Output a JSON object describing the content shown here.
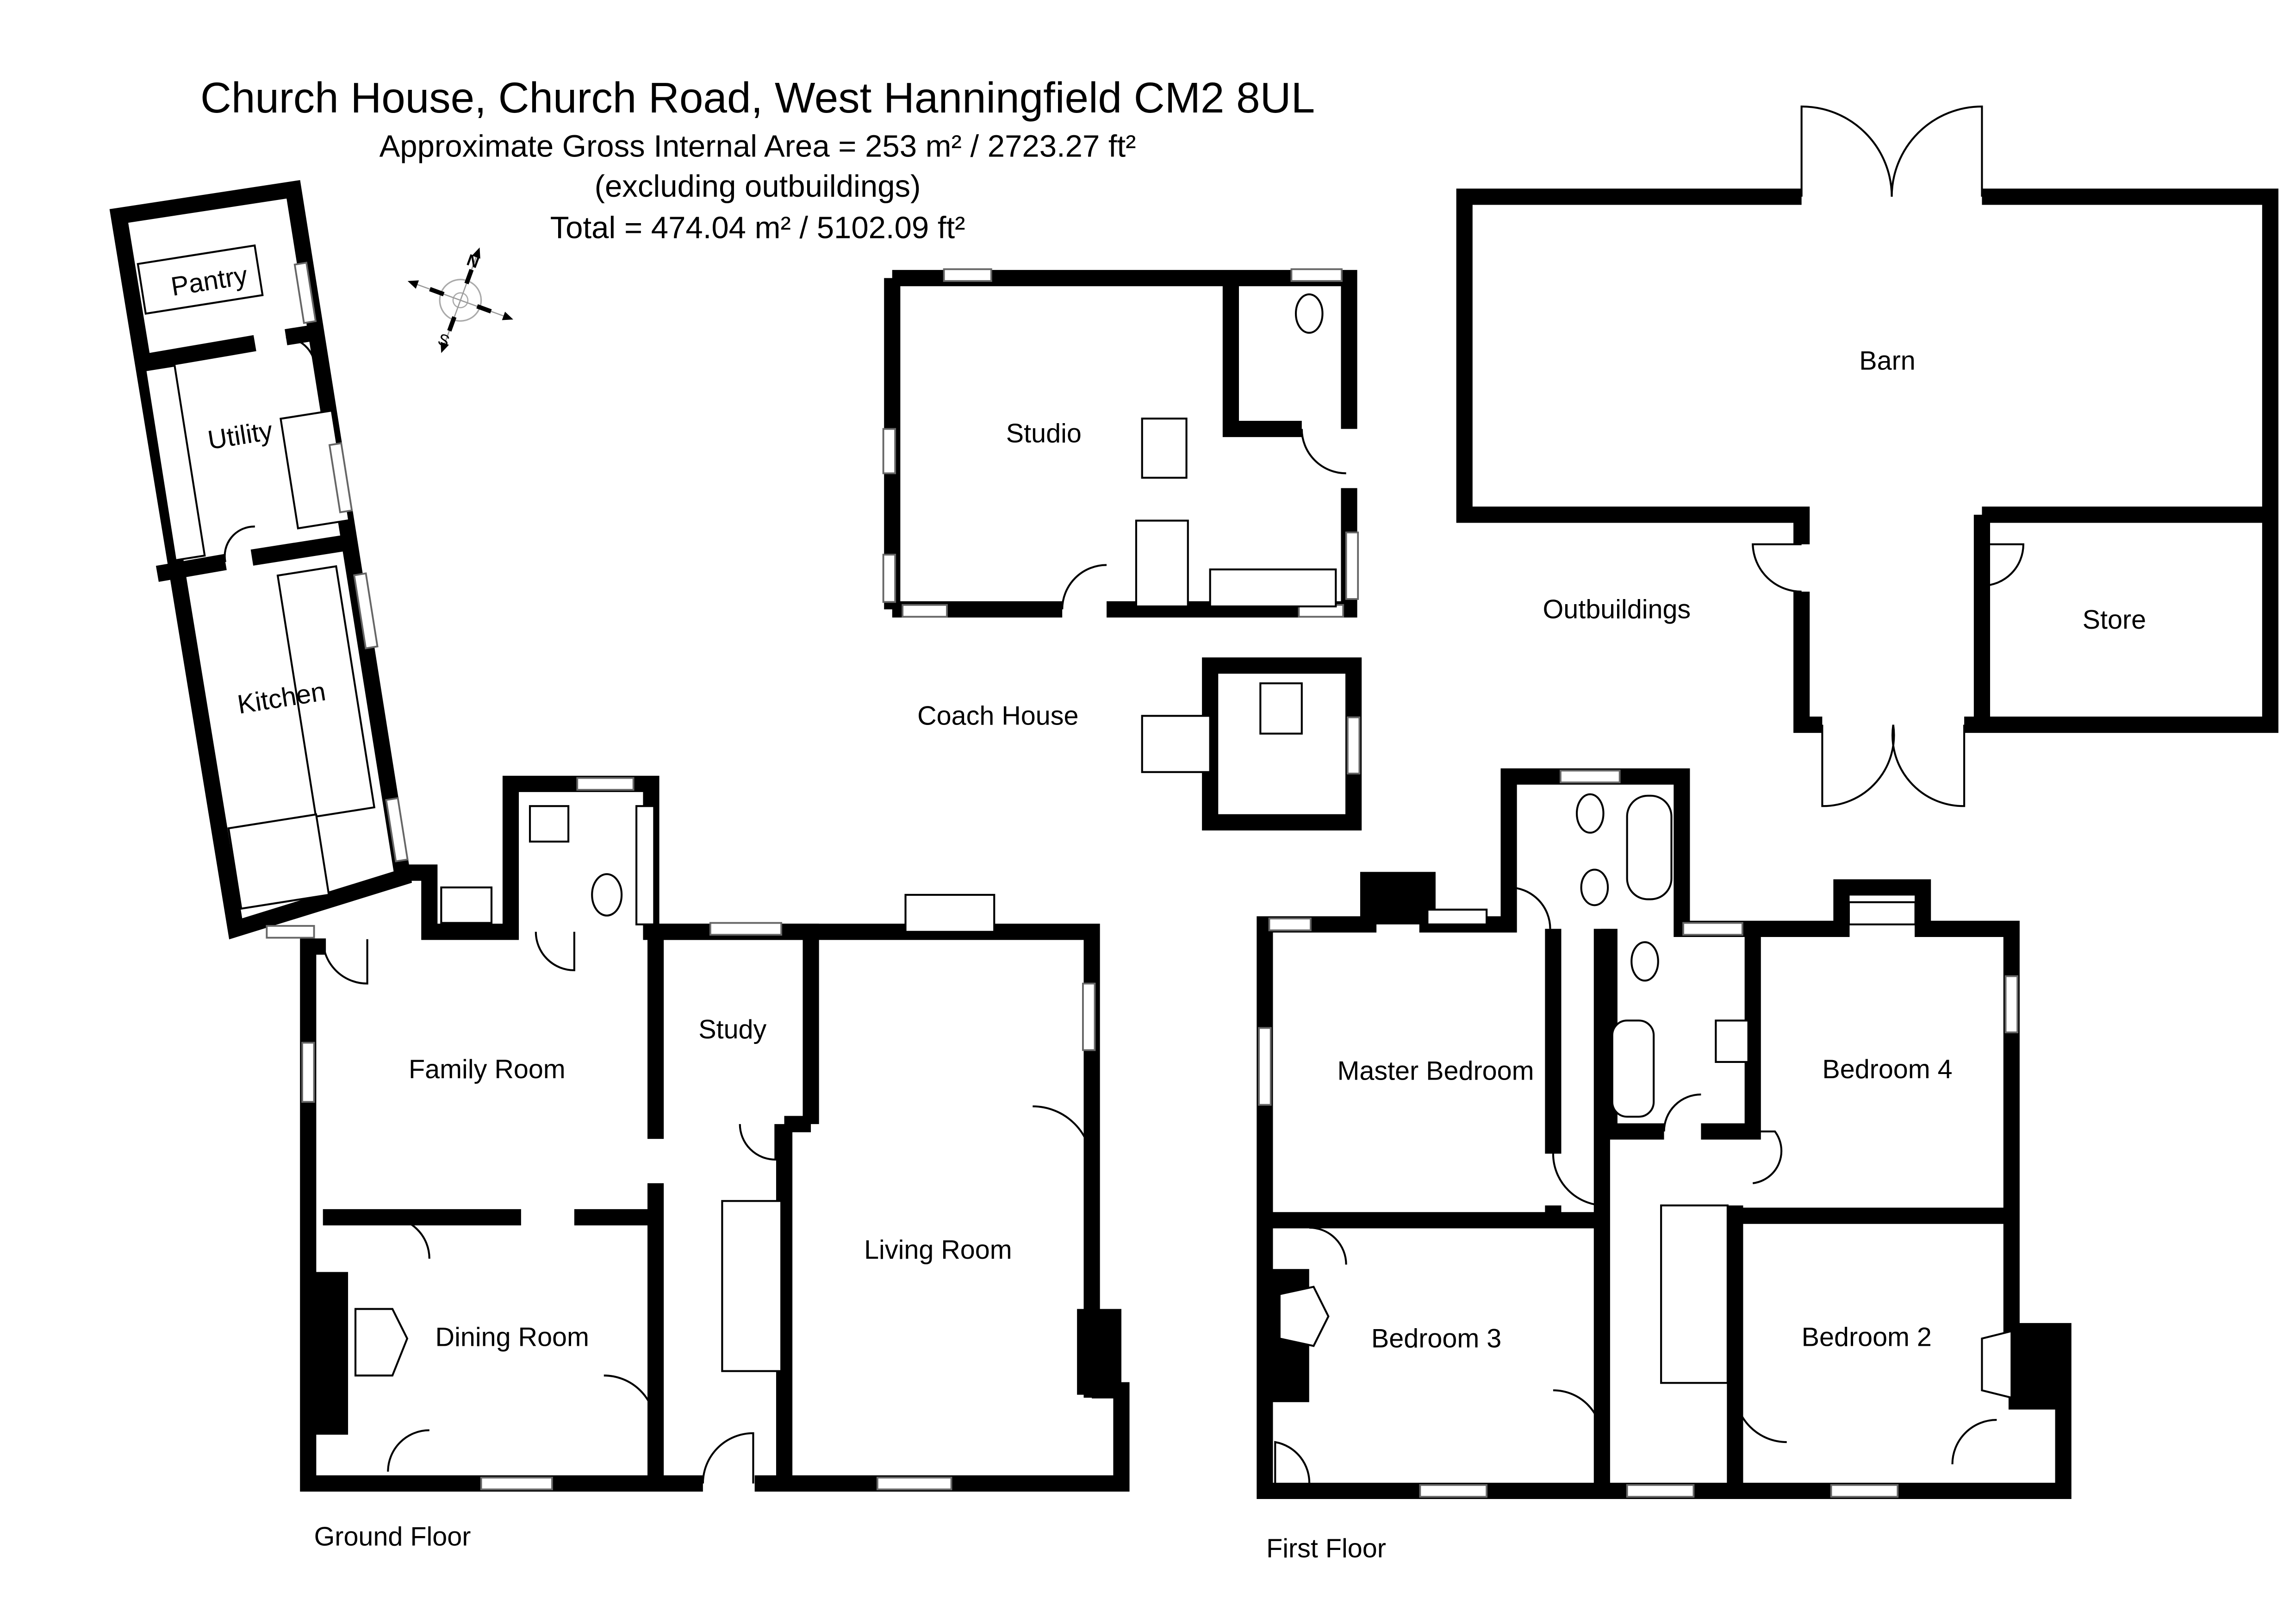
{
  "header": {
    "title": "Church House, Church Road, West Hanningfield CM2 8UL",
    "area_line": "Approximate Gross Internal Area = 253 m² / 2723.27 ft²",
    "excluding_line": "(excluding outbuildings)",
    "total_line": "Total = 474.04 m² / 5102.09 ft²"
  },
  "compass": {
    "north": "N",
    "south": "S"
  },
  "ground_floor": {
    "label": "Ground Floor",
    "rooms": {
      "pantry": "Pantry",
      "utility": "Utility",
      "kitchen": "Kitchen",
      "family_room": "Family Room",
      "study": "Study",
      "dining_room": "Dining Room",
      "living_room": "Living Room"
    }
  },
  "outbuildings": {
    "label": "Outbuildings",
    "coach_house_label": "Coach House",
    "rooms": {
      "studio": "Studio",
      "barn": "Barn",
      "store": "Store"
    }
  },
  "first_floor": {
    "label": "First Floor",
    "rooms": {
      "master_bedroom": "Master Bedroom",
      "bedroom_4": "Bedroom 4",
      "bedroom_3": "Bedroom 3",
      "bedroom_2": "Bedroom 2"
    }
  }
}
